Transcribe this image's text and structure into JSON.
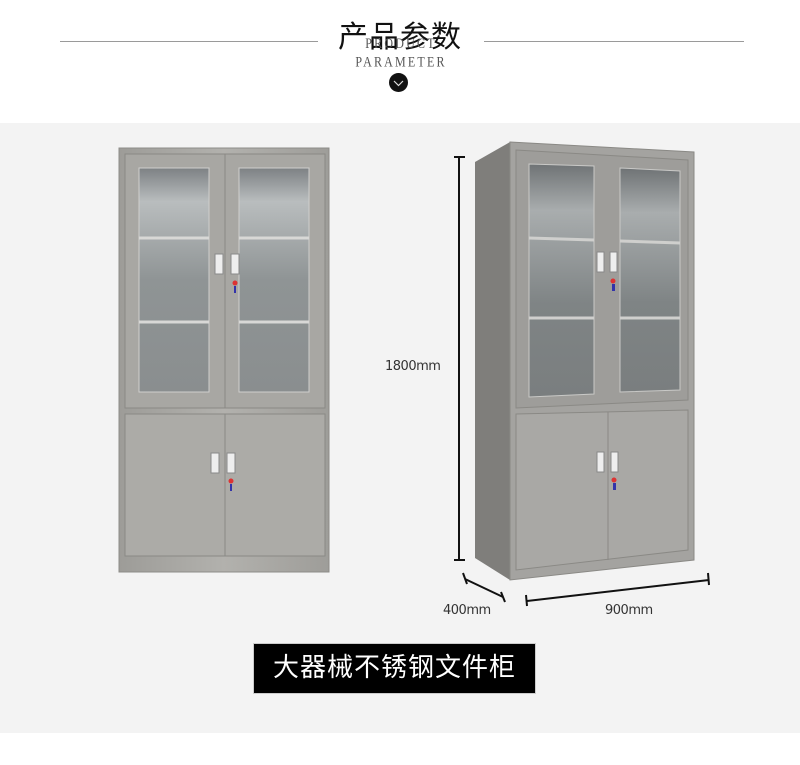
{
  "header": {
    "title": "产品参数",
    "subtitle": "PRODUCT PARAMETER",
    "scroll_icon": "chevron-down-circle-icon"
  },
  "product": {
    "name": "大器械不锈钢文件柜",
    "views": [
      {
        "view": "front",
        "description": "stainless steel cabinet, two glass doors over two solid doors"
      },
      {
        "view": "perspective",
        "description": "stainless steel cabinet with dimension annotations"
      }
    ],
    "dimensions": {
      "height": "1800mm",
      "depth": "400mm",
      "width": "900mm"
    }
  },
  "colors": {
    "panel_background": "#f3f3f3",
    "label_background": "#000000",
    "label_text": "#ffffff",
    "steel": "#a9a8a4"
  }
}
